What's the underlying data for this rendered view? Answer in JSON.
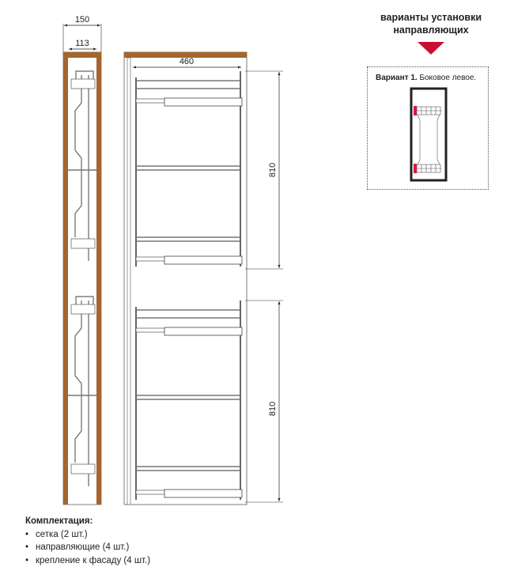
{
  "dimensions": {
    "side_outer_width": "150",
    "side_inner_width": "113",
    "front_depth": "460",
    "upper_height": "810",
    "lower_height": "810"
  },
  "installation": {
    "heading_line1": "варианты установки",
    "heading_line2": "направляющих",
    "variant_bold": "Вариант 1.",
    "variant_text": "Боковое левое."
  },
  "kit": {
    "title": "Комплектация:",
    "items": [
      "сетка (2 шт.)",
      "направляющие (4 шт.)",
      "крепление к фасаду  (4 шт.)"
    ]
  },
  "colors": {
    "wood": "#a5652e",
    "accent": "#c8102e",
    "line": "#555555"
  }
}
